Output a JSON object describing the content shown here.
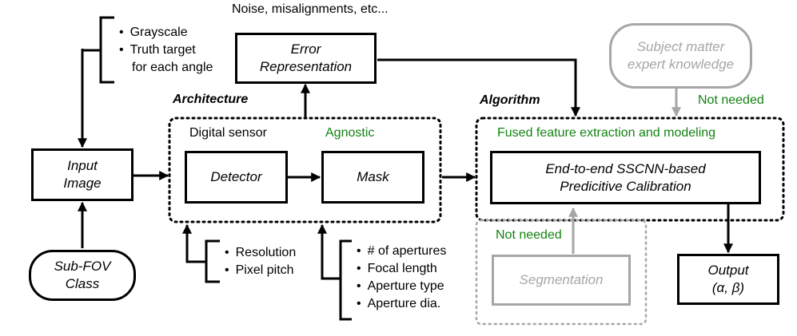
{
  "input_box": {
    "line1": "Input",
    "line2": "Image"
  },
  "input_notes": [
    "Grayscale",
    "Truth target",
    "for each angle"
  ],
  "subfov_box": {
    "line1": "Sub-FOV",
    "line2": "Class"
  },
  "noise_label": "Noise, misalignments, etc...",
  "error_box": {
    "line1": "Error",
    "line2": "Representation"
  },
  "architecture_title": "Architecture",
  "digital_sensor_label": "Digital sensor",
  "agnostic_label": "Agnostic",
  "detector_box": "Detector",
  "mask_box": "Mask",
  "detector_notes": [
    "Resolution",
    "Pixel pitch"
  ],
  "mask_notes": [
    "# of apertures",
    "Focal length",
    "Aperture type",
    "Aperture dia."
  ],
  "algorithm_title": "Algorithm",
  "fused_label": "Fused feature extraction and modeling",
  "sscnn_box": {
    "line1": "End-to-end SSCNN-based",
    "line2": "Predicitive Calibration"
  },
  "sme_box": {
    "line1": "Subject matter",
    "line2": "expert knowledge"
  },
  "not_needed_top": "Not needed",
  "not_needed_bottom": "Not needed",
  "segmentation_box": "Segmentation",
  "output_box": {
    "line1": "Output",
    "line2": "(α, β)"
  },
  "colors": {
    "green_text": "#128312",
    "gray": "#a6a6a6",
    "black": "#000000"
  }
}
